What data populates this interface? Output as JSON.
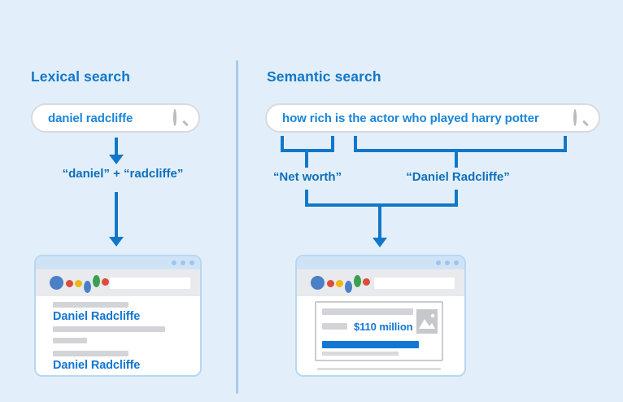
{
  "diagram": {
    "background": "#e2effa",
    "accent_blue": "#1377c8"
  },
  "lexical": {
    "heading": "Lexical search",
    "query": "daniel radcliffe",
    "tokens": "“daniel” + “radcliffe”",
    "results": [
      "Daniel Radcliffe",
      "Daniel Radcliffe"
    ]
  },
  "semantic": {
    "heading": "Semantic search",
    "query": "how rich is the actor who played harry potter",
    "entities": [
      "“Net worth”",
      "“Daniel Radcliffe”"
    ],
    "answer": "$110 million"
  },
  "colors": {
    "heading_blue": "#1377c8",
    "query_blue": "#1b85d8",
    "result_blue": "#1576d2",
    "connector_blue": "#1377c8",
    "answer_bar_blue": "#1377d4",
    "window_border": "#b7d7f1",
    "logo_blue": "#4b80c8",
    "logo_red": "#dd4b39",
    "logo_yellow": "#f0b70f",
    "logo_green": "#3aa04e"
  },
  "icons": {
    "search": "magnifier-glass",
    "window_controls": "three-dots",
    "logo": "abstract-google-logo",
    "image_placeholder": "photo-thumbnail"
  }
}
